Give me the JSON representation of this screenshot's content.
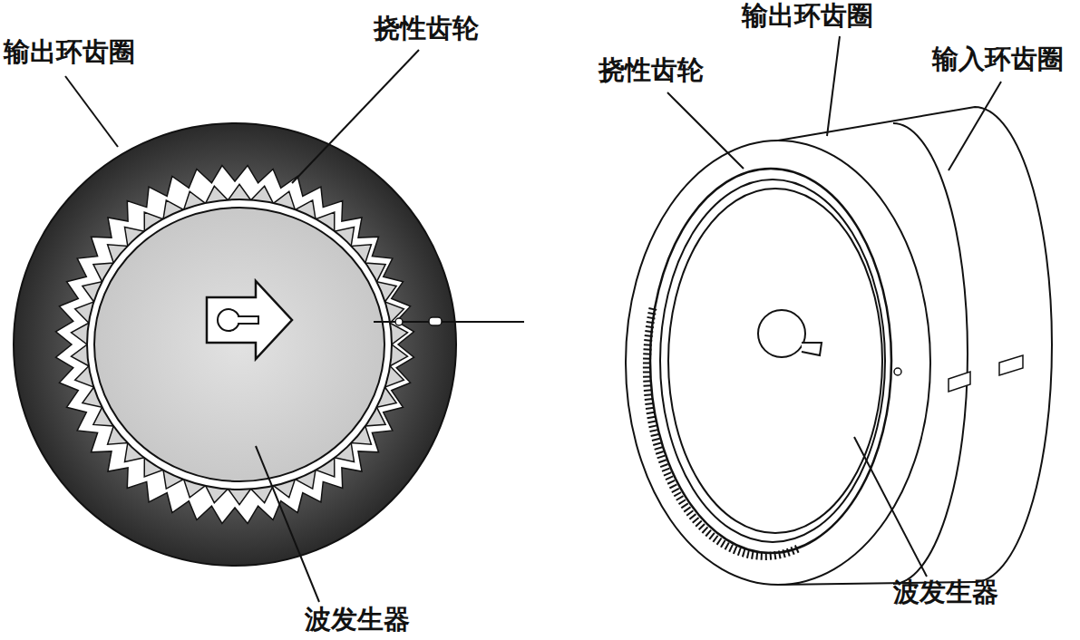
{
  "diagram": {
    "labels": [
      "输出环齿圈",
      "挠性齿轮",
      "波发生器",
      "输出环齿圈",
      "输入环齿圈",
      "挠性齿轮",
      "波发生器"
    ]
  }
}
